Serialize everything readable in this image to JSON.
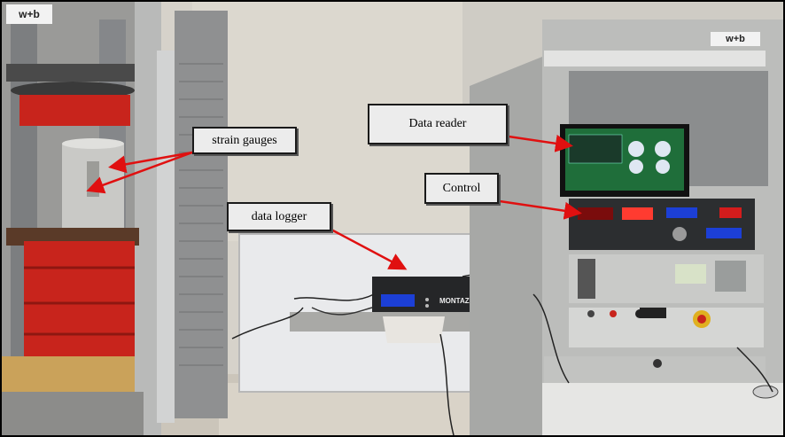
{
  "labels": {
    "strain_gauges": "strain  gauges",
    "data_reader": "Data reader",
    "control": "Control",
    "data_logger": "data logger"
  },
  "brands": {
    "machine_left": "w+b",
    "machine_right": "w+b",
    "logger": "MONTAZ"
  },
  "colors": {
    "arrow": "#e01010",
    "label_background": "#ececec",
    "specimen_red": "#c8241c",
    "screen_green": "#1f6e3a",
    "lcd_blue": "#1c3fd6"
  }
}
